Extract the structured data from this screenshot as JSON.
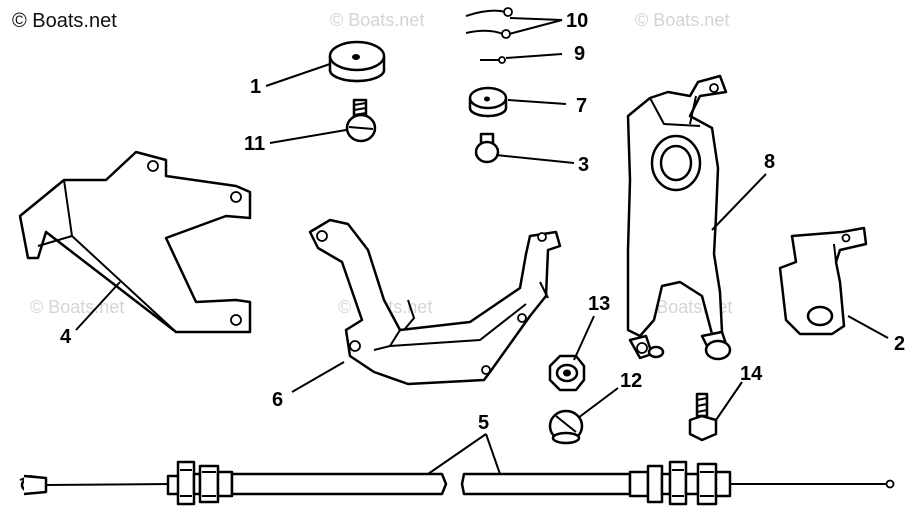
{
  "copyright": "© Boats.net",
  "watermark": "© Boats.net",
  "callouts": [
    "1",
    "2",
    "3",
    "4",
    "5",
    "6",
    "7",
    "8",
    "9",
    "10",
    "11",
    "12",
    "13",
    "14"
  ]
}
